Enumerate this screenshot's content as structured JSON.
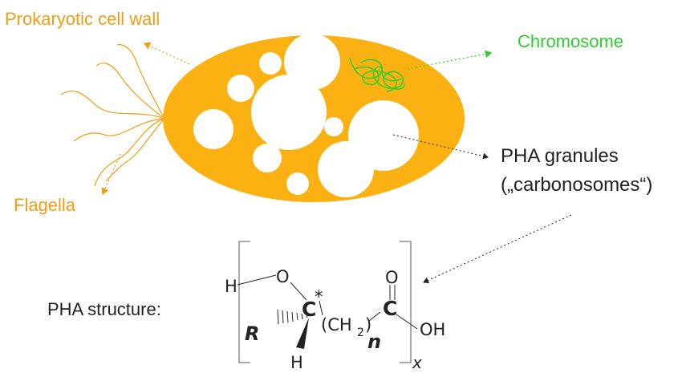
{
  "colors": {
    "cell_fill": "#fbb111",
    "cell_label": "#f39c12",
    "chromosome": "#2ecc2e",
    "granule": "#ffffff",
    "text": "#222222"
  },
  "labels": {
    "cell_wall": "Prokaryotic cell wall",
    "chromosome": "Chromosome",
    "granules_line1": "PHA granules",
    "granules_line2": "(„carbonosomes“)",
    "flagella": "Flagella",
    "structure": "PHA structure:"
  },
  "chem": {
    "H_left": "H",
    "O": "O",
    "C_star": "C",
    "star": "*",
    "R": "R",
    "H_bottom": "H",
    "CH2_open": "(CH",
    "CH2_sub": "2",
    "CH2_close": ")",
    "n": "n",
    "C_carbonyl": "C",
    "O_top": "O",
    "OH": "OH",
    "x": "x"
  }
}
